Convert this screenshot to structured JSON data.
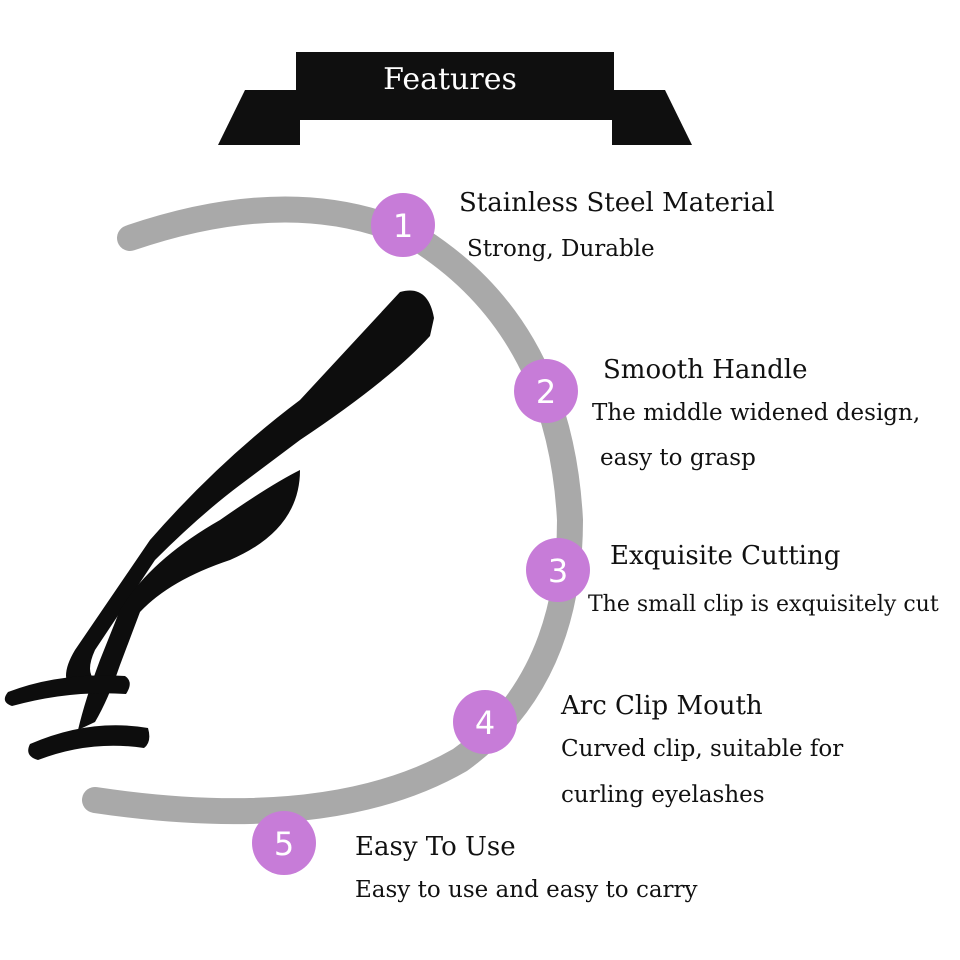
{
  "header": {
    "title": "Features"
  },
  "colors": {
    "badge": "#c77cd8",
    "arc": "#a9a9a9",
    "banner": "#0f0f0f",
    "tool": "#0d0d0d"
  },
  "features": [
    {
      "number": "1",
      "title": "Stainless Steel Material",
      "lines": [
        "Strong, Durable"
      ]
    },
    {
      "number": "2",
      "title": "Smooth Handle",
      "lines": [
        "The middle widened design,",
        "easy to grasp"
      ]
    },
    {
      "number": "3",
      "title": "Exquisite Cutting",
      "lines": [
        "The small clip is exquisitely cut"
      ]
    },
    {
      "number": "4",
      "title": "Arc Clip Mouth",
      "lines": [
        "Curved clip, suitable for",
        "curling eyelashes"
      ]
    },
    {
      "number": "5",
      "title": "Easy To Use",
      "lines": [
        "Easy to use and easy to carry"
      ]
    }
  ],
  "product": {
    "icon": "eyelash-applicator-tweezers-icon"
  }
}
